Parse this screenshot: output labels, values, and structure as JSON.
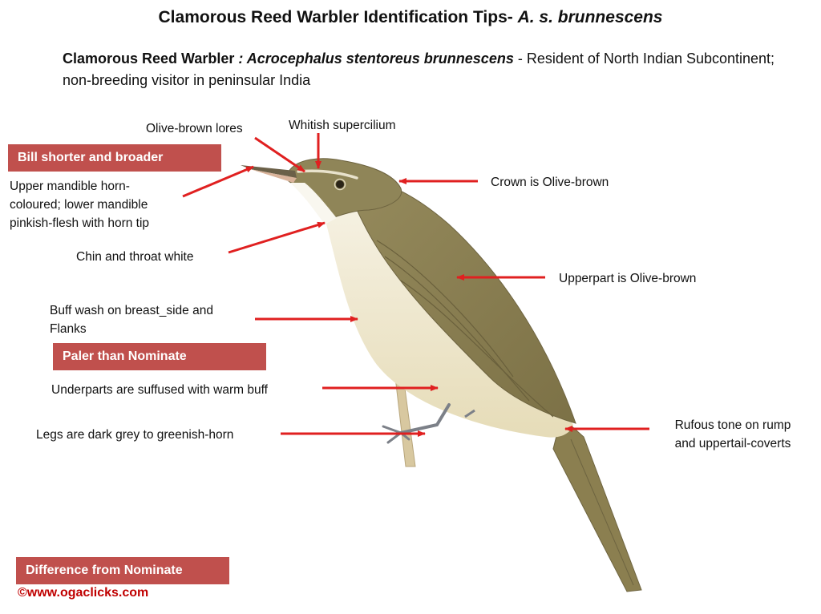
{
  "title": {
    "main": "Clamorous Reed Warbler Identification Tips-",
    "species": "A. s. brunnescens"
  },
  "subtitle": {
    "name": "Clamorous Reed Warbler",
    "scientific": ": Acrocephalus stentoreus brunnescens",
    "rest": "  -  Resident of North Indian Subcontinent; non-breeding visitor in peninsular India"
  },
  "badges": {
    "bill": "Bill shorter and broader",
    "paler": "Paler than Nominate",
    "difference": "Difference from Nominate"
  },
  "labels": {
    "lores": "Olive-brown lores",
    "supercilium": "Whitish supercilium",
    "crown": "Crown is  Olive-brown",
    "mandible_1": "Upper mandible horn-",
    "mandible_2": "coloured; lower mandible",
    "mandible_3": "pinkish-flesh with horn tip",
    "chin": "Chin and throat white",
    "upperpart": "Upperpart is Olive-brown",
    "buff_1": "Buff wash on breast_side  and",
    "buff_2": "Flanks",
    "underparts": "Underparts are suffused with warm buff",
    "legs": "Legs are dark grey to greenish-horn",
    "rufous_1": "Rufous tone on rump",
    "rufous_2": "and uppertail-coverts"
  },
  "copyright": "©www.ogaclicks.com",
  "colors": {
    "badge": "#c0504d",
    "arrow": "#e02020",
    "copyright": "#c00000",
    "bird_upper": "#8a8052",
    "bird_under": "#efe8cf"
  }
}
